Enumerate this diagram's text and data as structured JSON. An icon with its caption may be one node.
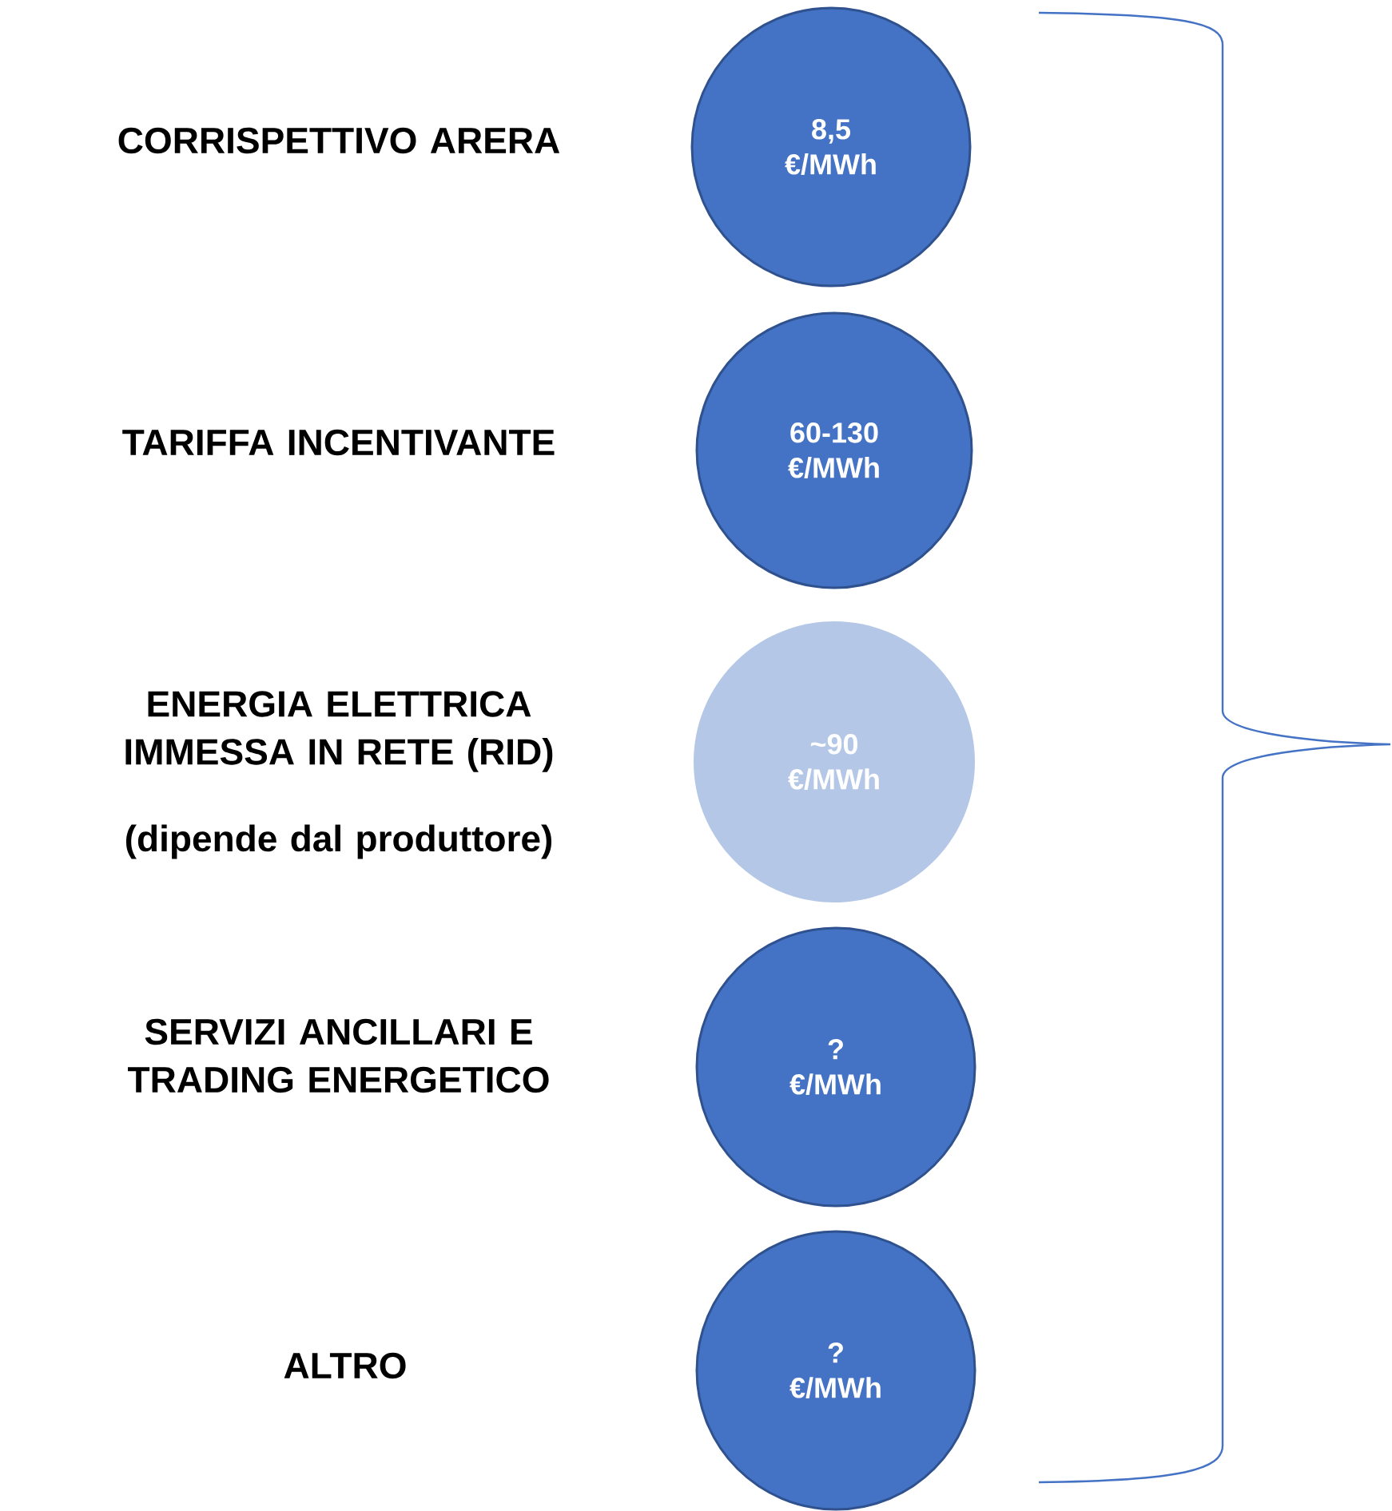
{
  "diagram": {
    "nodes": [
      {
        "text": [
          "8,5",
          "€/MWh"
        ]
      },
      {
        "text": [
          "60-130",
          "€/MWh"
        ]
      },
      {
        "text": [
          "~90",
          "€/MWh"
        ]
      },
      {
        "text": [
          "?",
          "€/MWh"
        ]
      },
      {
        "text": [
          "?",
          "€/MWh"
        ]
      }
    ],
    "labels": [
      "CORRISPETTIVO ARERA",
      "TARIFFA INCENTIVANTE",
      "ENERGIA ELETTRICA IMMESSA IN RETE (RID)",
      "(dipende dal produttore)",
      "SERVIZI ANCILLARI E TRADING ENERGETICO",
      "ALTRO"
    ]
  }
}
